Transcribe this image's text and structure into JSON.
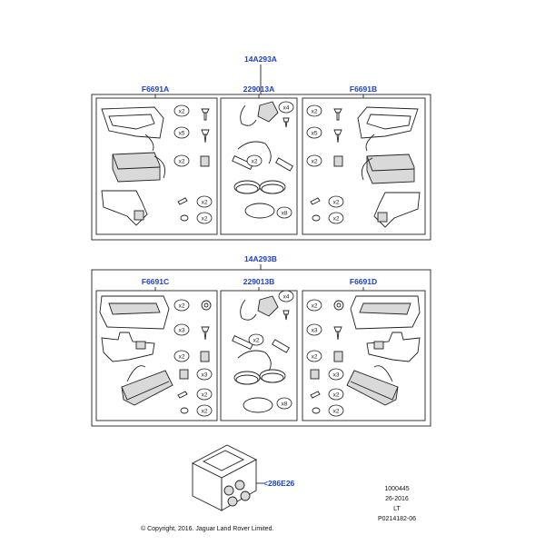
{
  "kits": [
    {
      "kit_ref": "14A293A",
      "panels": [
        {
          "ref": "F6691A",
          "qty": [
            "x2",
            "x5",
            "x2",
            "x2",
            "x2"
          ]
        },
        {
          "ref": "229013A",
          "qty": [
            "x4",
            "x2",
            "x8"
          ]
        },
        {
          "ref": "F6691B",
          "qty": [
            "x2",
            "x5",
            "x2",
            "x2",
            "x2"
          ]
        }
      ]
    },
    {
      "kit_ref": "14A293B",
      "panels": [
        {
          "ref": "F6691C",
          "qty": [
            "x2",
            "x3",
            "x2",
            "x3",
            "x2",
            "x2"
          ]
        },
        {
          "ref": "229013B",
          "qty": [
            "x4",
            "x2",
            "x8"
          ]
        },
        {
          "ref": "F6691D",
          "qty": [
            "x2",
            "x3",
            "x2",
            "x3",
            "x2",
            "x2"
          ]
        }
      ]
    }
  ],
  "bulb_kit": {
    "ref": "<286E26"
  },
  "info_block": [
    "1000445",
    "26-2016",
    "LT",
    "P0214182-06"
  ],
  "copyright": "© Copyright, 2016. Jaguar Land Rover Limited."
}
